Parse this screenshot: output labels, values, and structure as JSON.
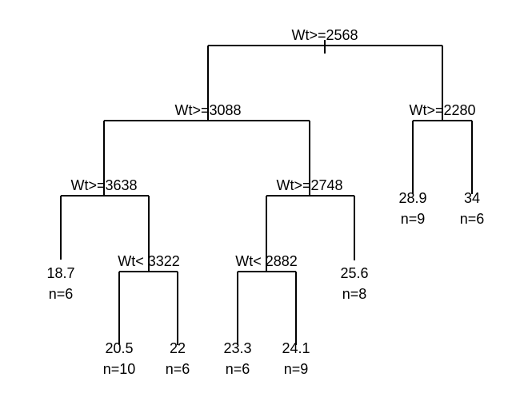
{
  "tree": {
    "splits": [
      {
        "id": "n1",
        "label": "Wt>=2568"
      },
      {
        "id": "n2",
        "label": "Wt>=3088"
      },
      {
        "id": "n3",
        "label": "Wt>=2280"
      },
      {
        "id": "n4",
        "label": "Wt>=3638"
      },
      {
        "id": "n5",
        "label": "Wt>=2748"
      },
      {
        "id": "n6",
        "label": "Wt< 3322"
      },
      {
        "id": "n7",
        "label": "Wt< 2882"
      }
    ],
    "leaves": [
      {
        "id": "l1",
        "value": "18.7",
        "n": "n=6"
      },
      {
        "id": "l2",
        "value": "20.5",
        "n": "n=10"
      },
      {
        "id": "l3",
        "value": "22",
        "n": "n=6"
      },
      {
        "id": "l4",
        "value": "23.3",
        "n": "n=6"
      },
      {
        "id": "l5",
        "value": "24.1",
        "n": "n=9"
      },
      {
        "id": "l6",
        "value": "25.6",
        "n": "n=8"
      },
      {
        "id": "l7",
        "value": "28.9",
        "n": "n=9"
      },
      {
        "id": "l8",
        "value": "34",
        "n": "n=6"
      }
    ]
  }
}
